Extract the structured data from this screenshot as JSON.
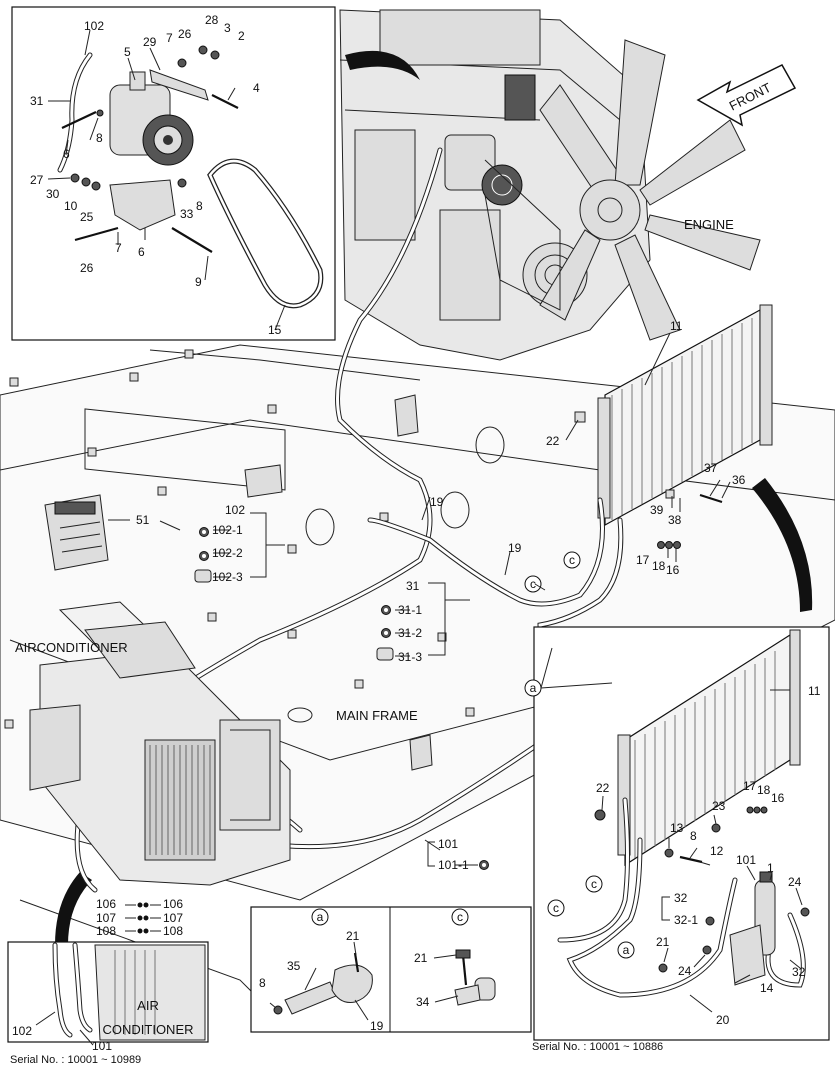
{
  "labels": {
    "front": "FRONT",
    "engine": "ENGINE",
    "main_frame": "MAIN FRAME",
    "airconditioner": "AIRCONDITIONER",
    "air_conditioner_line1": "AIR",
    "air_conditioner_line2": "CONDITIONER"
  },
  "serials": {
    "left": "Serial No. : 10001 ~ 10989",
    "right": "Serial No. : 10001 ~ 10886"
  },
  "callout_letters": {
    "a": "a",
    "c": "c"
  },
  "top_left_inset": [
    "102",
    "5",
    "29",
    "7",
    "26",
    "28",
    "3",
    "2",
    "31",
    "4",
    "8",
    "6",
    "27",
    "30",
    "10",
    "25",
    "7",
    "33",
    "8",
    "26",
    "6",
    "9",
    "15"
  ],
  "main_parts": [
    "11",
    "22",
    "37",
    "36",
    "39",
    "38",
    "17",
    "18",
    "16",
    "19",
    "19",
    "102",
    "102-1",
    "102-2",
    "102-3",
    "51",
    "31",
    "31-1",
    "31-2",
    "31-3",
    "101",
    "101-1",
    "106",
    "106",
    "107",
    "107",
    "108",
    "108",
    "11"
  ],
  "right_inset": [
    "22",
    "23",
    "17",
    "18",
    "16",
    "13",
    "8",
    "12",
    "101",
    "1",
    "24",
    "32",
    "32-1",
    "21",
    "24",
    "32",
    "14",
    "20"
  ],
  "bottom_left_inset": [
    "102",
    "101"
  ],
  "detail_a": [
    "21",
    "35",
    "8",
    "19"
  ],
  "detail_c": [
    "21",
    "34"
  ]
}
